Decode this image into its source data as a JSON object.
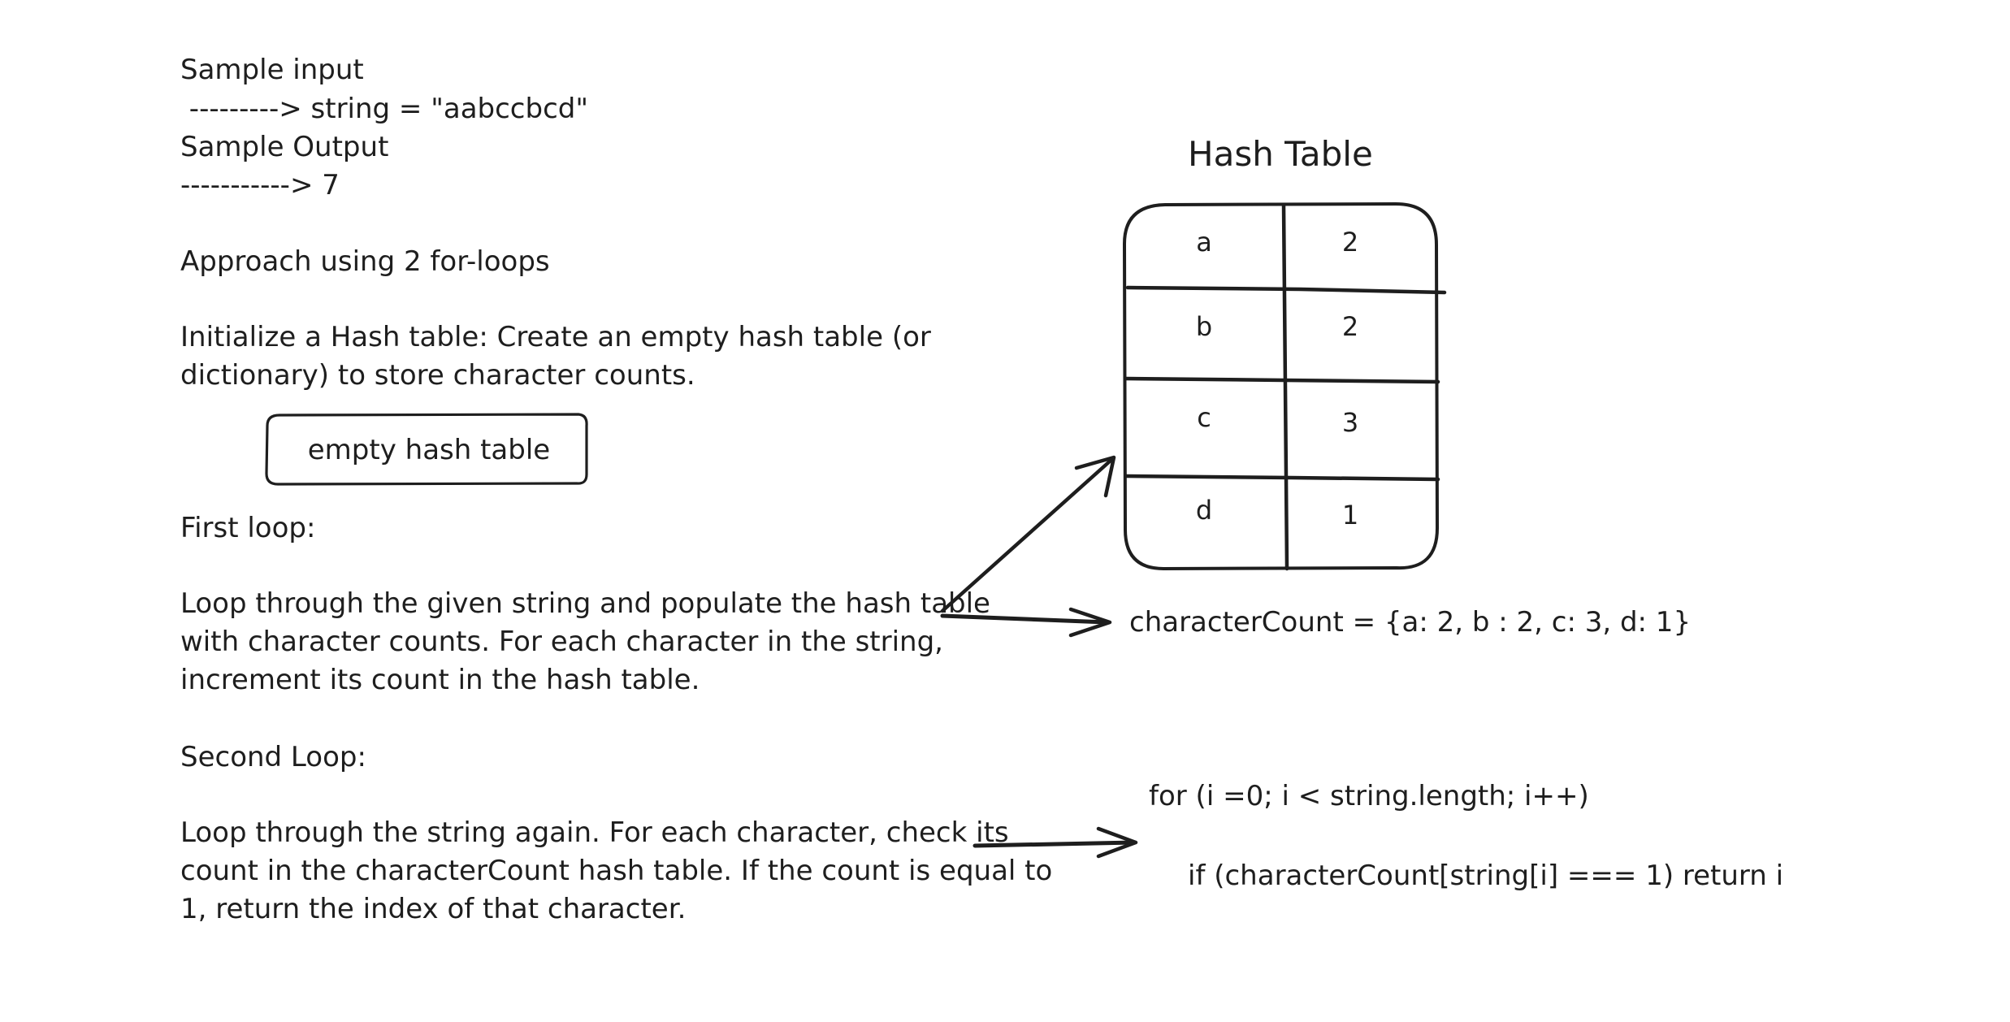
{
  "notes": {
    "sample_input_label": "Sample input",
    "sample_input_value": " ---------> string = \"aabccbcd\"",
    "sample_output_label": "Sample Output",
    "sample_output_value": "-----------> 7",
    "approach": "Approach using 2 for-loops",
    "init_text": "Initialize a Hash table: Create an empty hash table (or\ndictionary) to store character counts.",
    "empty_box_label": "empty hash table",
    "first_loop_label": "First loop:",
    "first_loop_text": "Loop through the given string and populate the hash table\nwith character counts. For each character in the string,\nincrement its count in the hash table.",
    "second_loop_label": "Second Loop:",
    "second_loop_text": "Loop through the string again. For each character, check its\ncount in the characterCount hash table. If the count is equal to\n1, return the index of that character."
  },
  "hash_table": {
    "title": "Hash Table",
    "rows": [
      {
        "key": "a",
        "value": "2"
      },
      {
        "key": "b",
        "value": "2"
      },
      {
        "key": "c",
        "value": "3"
      },
      {
        "key": "d",
        "value": "1"
      }
    ]
  },
  "character_count_line": "characterCount = {a: 2, b : 2, c: 3, d: 1}",
  "code": {
    "loop_line": "for (i =0; i < string.length; i++)",
    "if_line": "if (characterCount[string[i] === 1) return i"
  },
  "colors": {
    "ink": "#1e1e1e",
    "background": "#ffffff"
  }
}
